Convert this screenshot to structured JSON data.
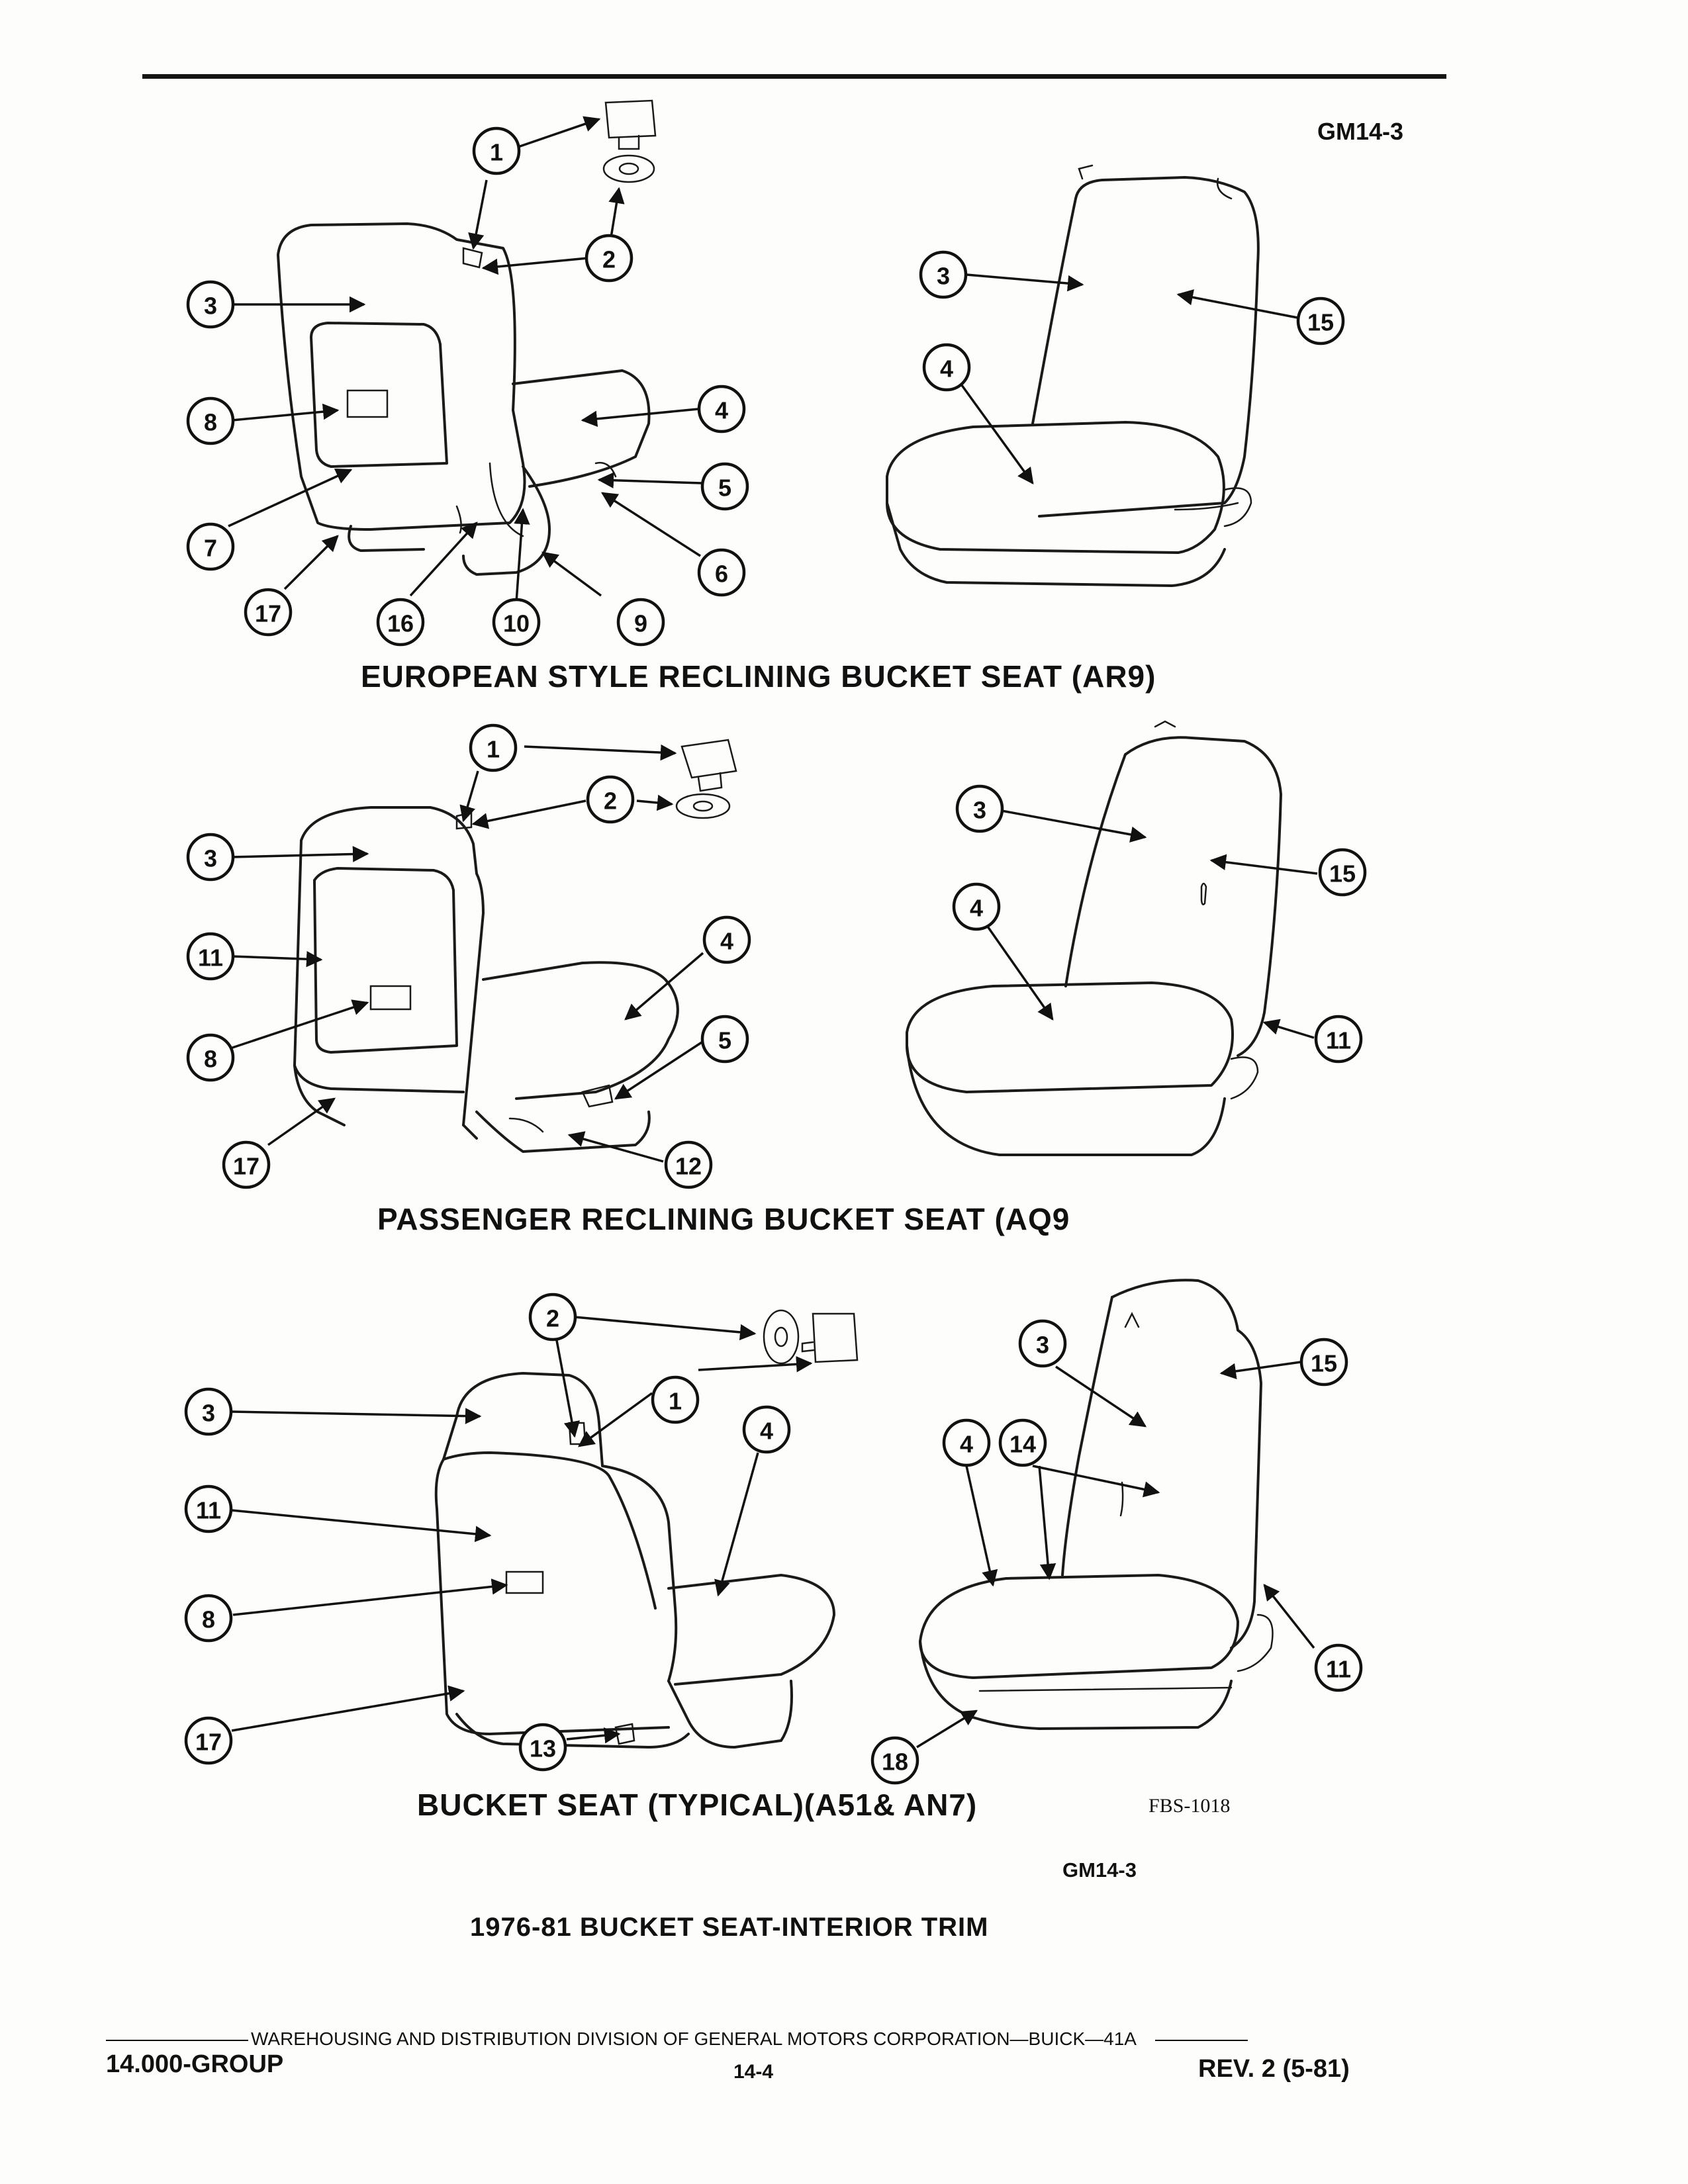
{
  "header": {
    "figure_code_top": "GM14-3"
  },
  "sections": [
    {
      "title": "EUROPEAN STYLE RECLINING BUCKET SEAT (AR9)",
      "rear_callouts": [
        "1",
        "2",
        "3",
        "4",
        "5",
        "6",
        "7",
        "8",
        "9",
        "10",
        "16",
        "17"
      ],
      "front_callouts": [
        "3",
        "4",
        "15"
      ]
    },
    {
      "title": "PASSENGER RECLINING BUCKET SEAT (AQ9",
      "rear_callouts": [
        "1",
        "2",
        "3",
        "4",
        "5",
        "8",
        "11",
        "12",
        "17"
      ],
      "front_callouts": [
        "3",
        "4",
        "11",
        "15"
      ]
    },
    {
      "title": "BUCKET SEAT (TYPICAL)(A51& AN7)",
      "rear_callouts": [
        "1",
        "2",
        "3",
        "4",
        "8",
        "11",
        "13",
        "17"
      ],
      "front_callouts": [
        "3",
        "4",
        "11",
        "14",
        "15",
        "18"
      ]
    }
  ],
  "figure_id": "FBS-1018",
  "figure_code_bottom": "GM14-3",
  "main_title": "1976-81 BUCKET SEAT-INTERIOR TRIM",
  "footer": {
    "division_line": "WAREHOUSING AND DISTRIBUTION  DIVISION OF GENERAL MOTORS CORPORATION—BUICK—41A",
    "group": "14.000-GROUP",
    "page": "14-4",
    "revision": "REV. 2 (5-81)"
  }
}
